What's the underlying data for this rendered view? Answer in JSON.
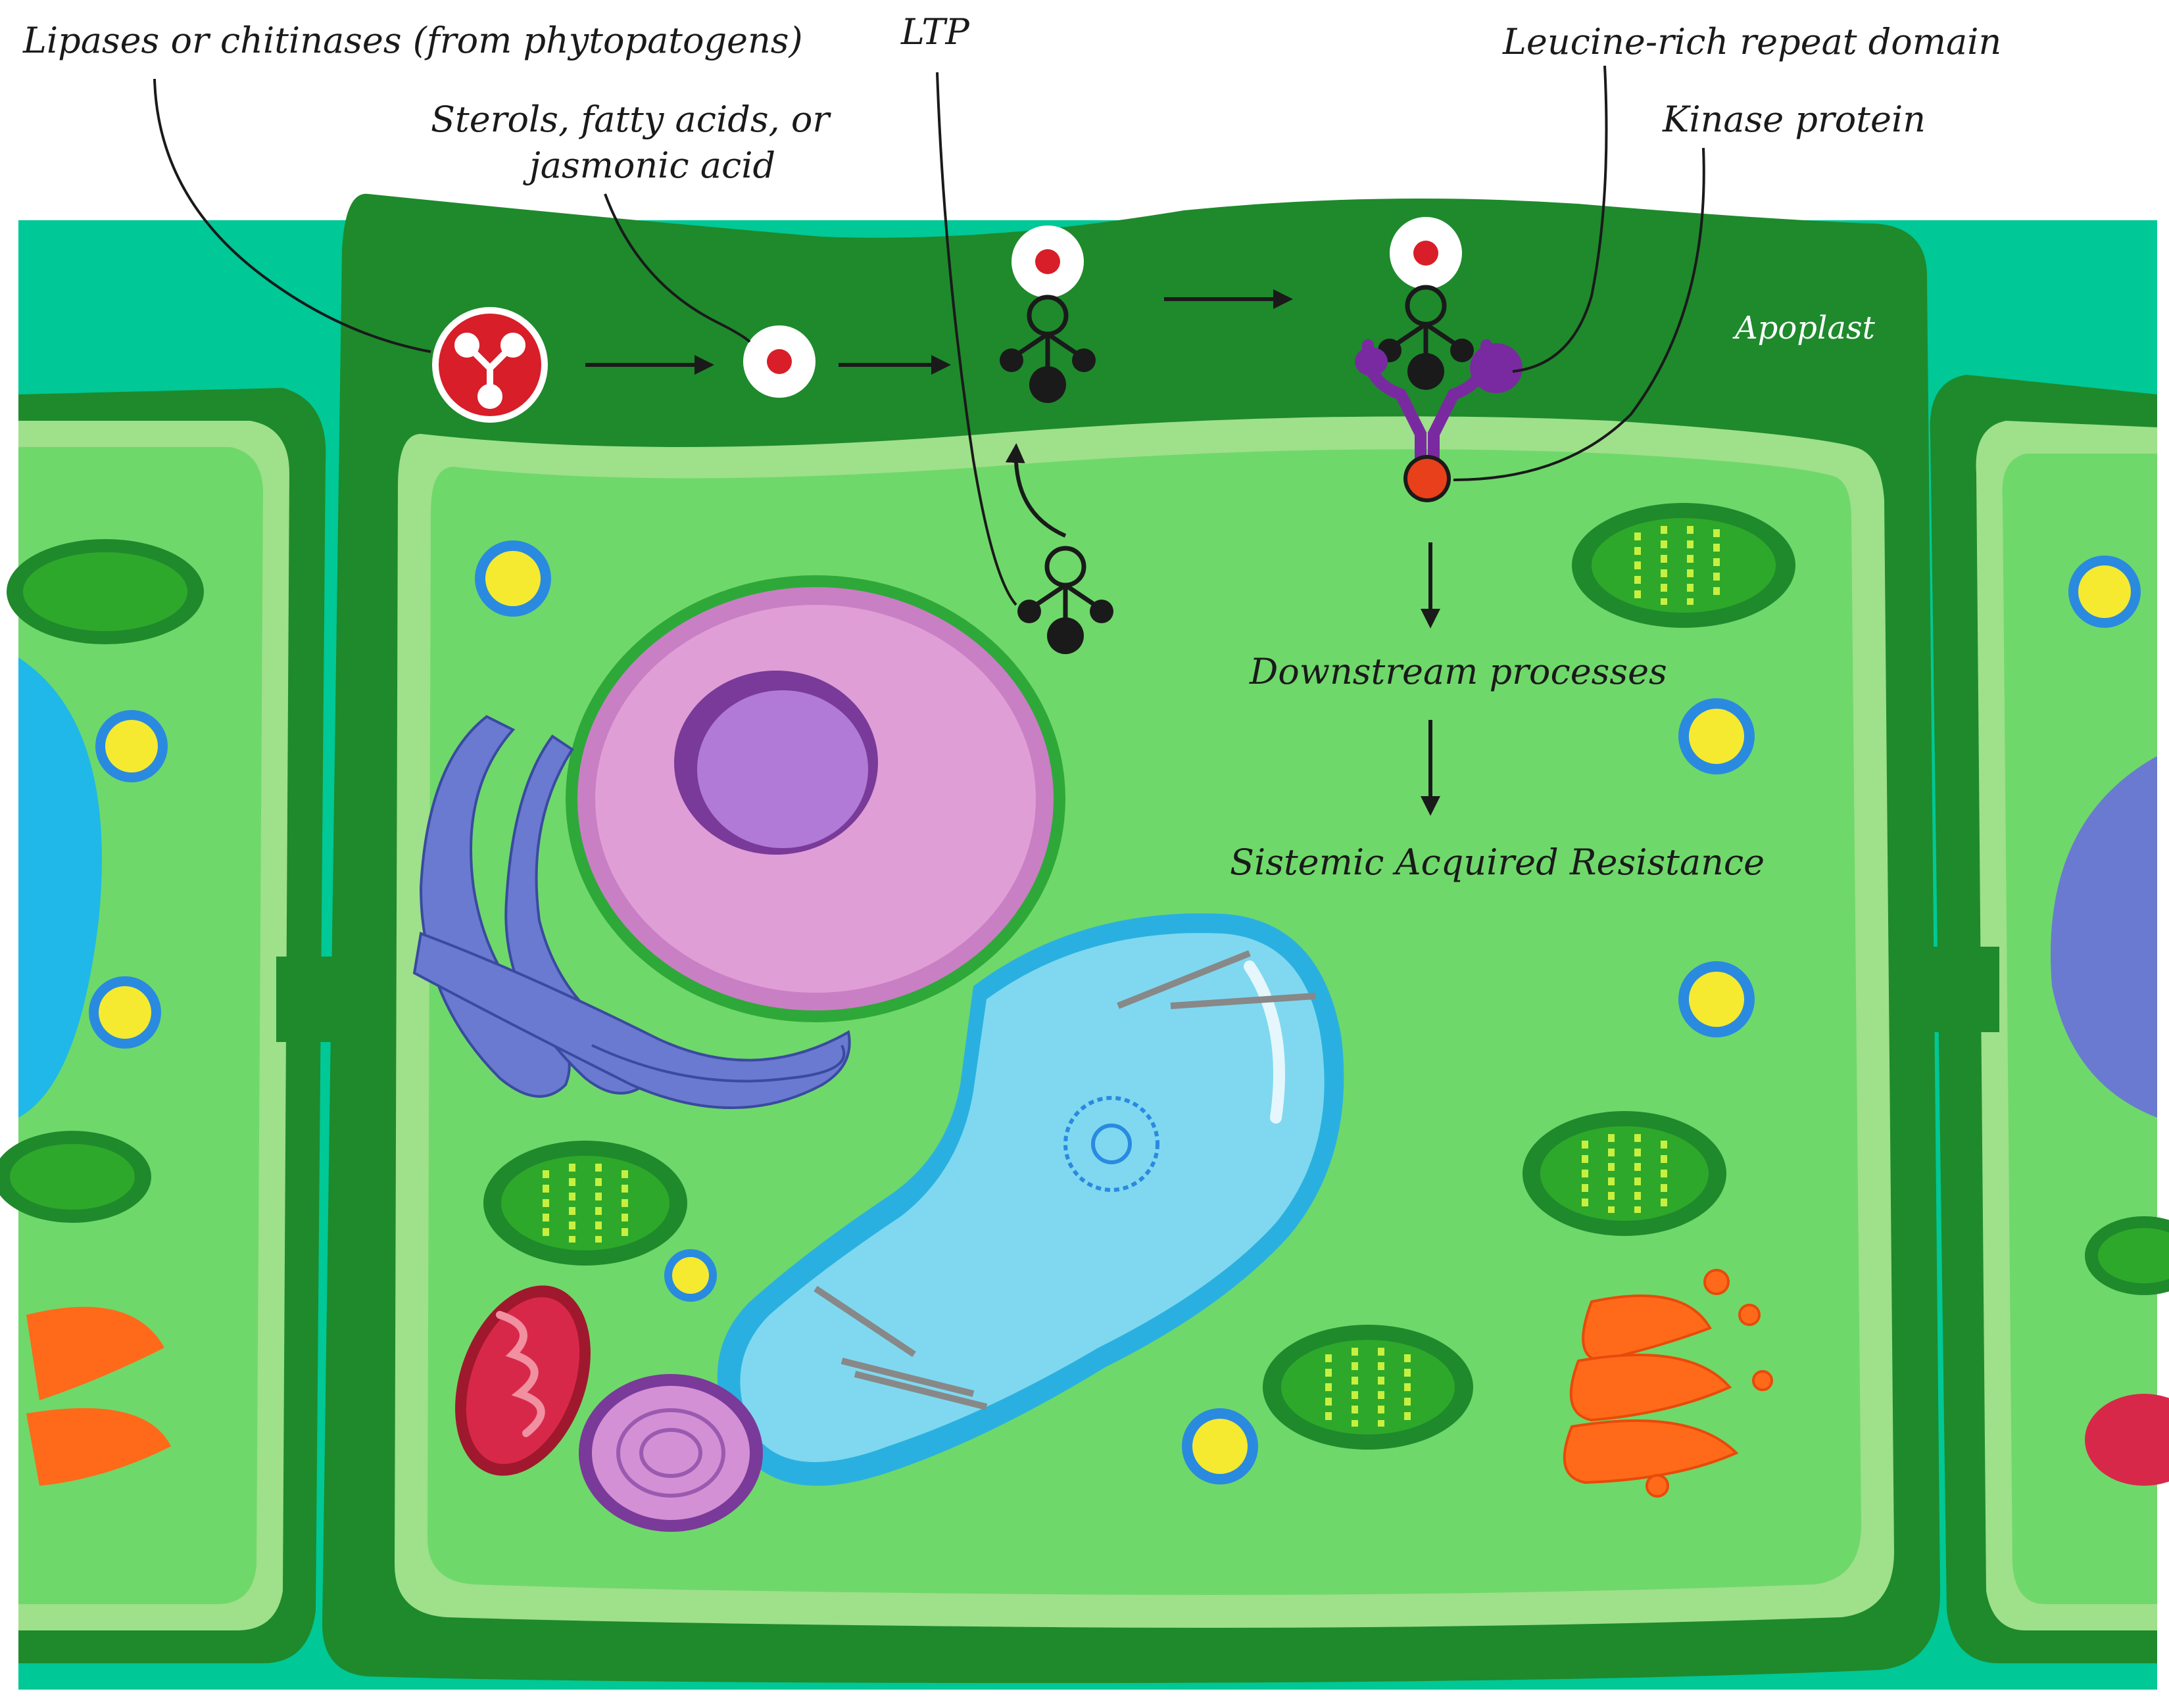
{
  "labels": {
    "lipases": "Lipases or chitinases (from phytopatogens)",
    "sterols_line1": "Sterols, fatty acids, or",
    "sterols_line2": "jasmonic acid",
    "ltp": "LTP",
    "lrr": "Leucine-rich repeat domain",
    "kinase": "Kinase protein",
    "apoplast": "Apoplast",
    "downstream": "Downstream processes",
    "sar": "Sistemic Acquired Resistance"
  },
  "colors": {
    "apoplast_teal": "#00c896",
    "wall_dark": "#1e8a2c",
    "wall_mid": "#2fa83a",
    "membrane_light": "#9fe08a",
    "cytoplasm": "#6fd86a",
    "nucleus_outer": "#c97fc4",
    "nucleus_inner": "#9a4fb8",
    "vacuole": "#7fd8f0",
    "golgi_orange": "#ff6a1a",
    "er_blue": "#6a7ad0",
    "mitochondrion_red": "#d8284a",
    "chloroplast": "#2ea82a",
    "pathogen_red": "#d81e28",
    "kinase_orange": "#e8401a",
    "receptor_purple": "#7a2aa0",
    "ltp_black": "#1a1a1a"
  },
  "icons": {
    "pathogen_enzyme": "lipase-chitinase-icon",
    "lipid_molecule": "lipid-molecule-icon",
    "ltp_protein": "ltp-protein-icon",
    "receptor": "lrr-kinase-receptor-icon"
  }
}
